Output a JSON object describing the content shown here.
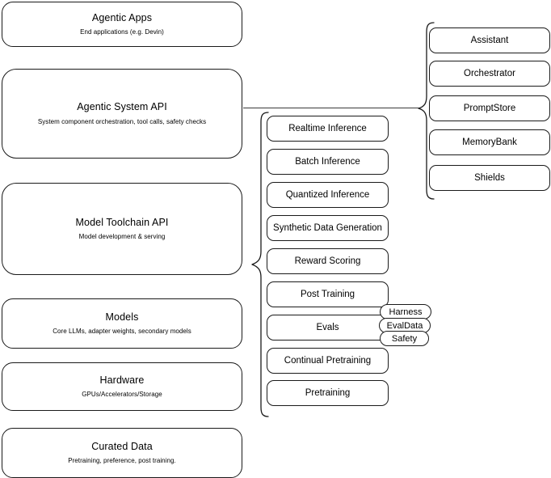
{
  "diagram": {
    "title": "AI Stack Architecture Diagram",
    "stroke_color": "#1a1a1a",
    "background_color": "#ffffff"
  },
  "left_stack": {
    "name": "platform-layers",
    "layers": [
      {
        "title": "Agentic Apps",
        "subtitle": "End applications (e.g. Devin)"
      },
      {
        "title": "Agentic System API",
        "subtitle": "System component orchestration, tool calls, safety checks"
      },
      {
        "title": "Model Toolchain API",
        "subtitle": "Model development & serving"
      },
      {
        "title": "Models",
        "subtitle": "Core LLMs, adapter weights, secondary models"
      },
      {
        "title": "Hardware",
        "subtitle": "GPUs/Accelerators/Storage"
      },
      {
        "title": "Curated Data",
        "subtitle": "Pretraining, preference, post training."
      }
    ]
  },
  "middle_column": {
    "name": "model-toolchain-capabilities",
    "source_layer": "Model Toolchain API",
    "items": [
      {
        "label": "Realtime Inference"
      },
      {
        "label": "Batch Inference"
      },
      {
        "label": "Quantized Inference"
      },
      {
        "label": "Synthetic Data Generation"
      },
      {
        "label": "Reward Scoring"
      },
      {
        "label": "Post Training"
      },
      {
        "label": "Evals"
      },
      {
        "label": "Continual Pretraining"
      },
      {
        "label": "Pretraining"
      }
    ],
    "evals_badges": [
      {
        "label": "Harness"
      },
      {
        "label": "EvalData"
      },
      {
        "label": "Safety"
      }
    ]
  },
  "right_column": {
    "name": "agentic-system-components",
    "source_layer": "Agentic System API",
    "items": [
      {
        "label": "Assistant"
      },
      {
        "label": "Orchestrator"
      },
      {
        "label": "PromptStore"
      },
      {
        "label": "MemoryBank"
      },
      {
        "label": "Shields"
      }
    ]
  }
}
